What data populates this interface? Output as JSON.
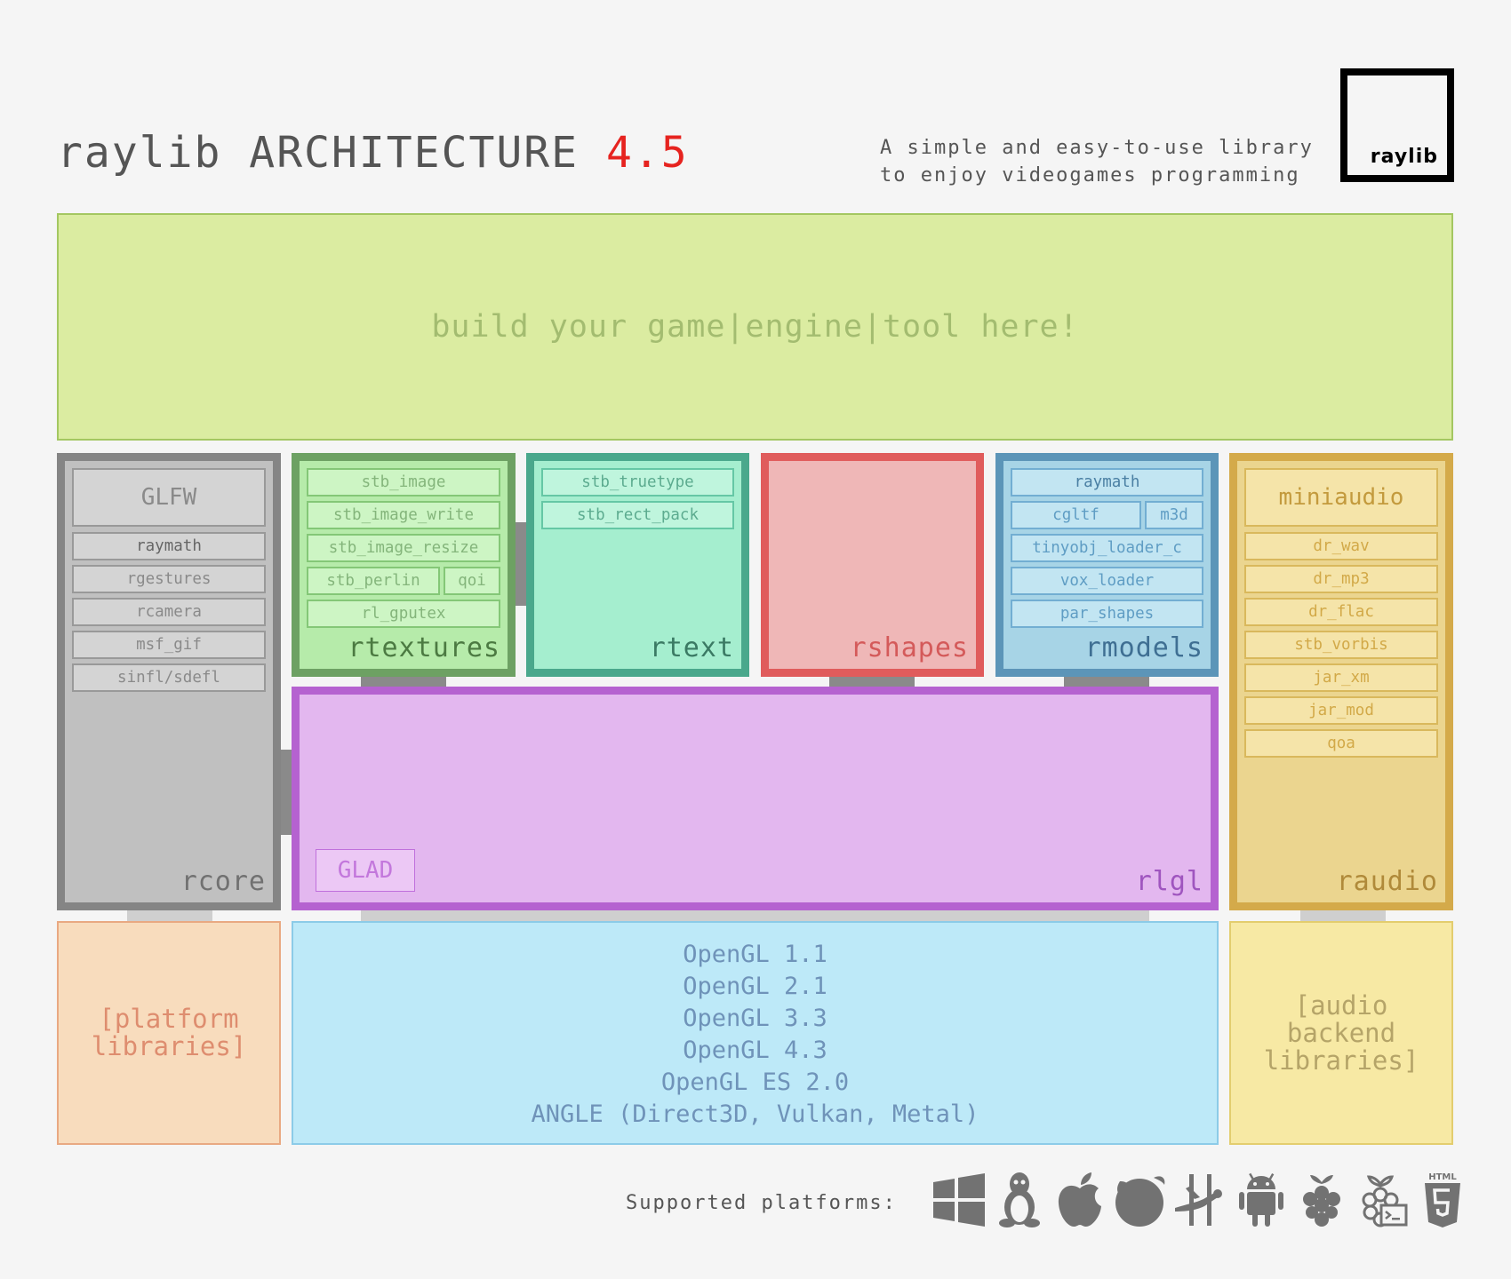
{
  "header": {
    "title_main": "raylib ARCHITECTURE ",
    "title_version": "4.5",
    "tagline_line1": "A simple and easy-to-use library",
    "tagline_line2": "to enjoy videogames programming",
    "logo_text": "raylib"
  },
  "game_area": {
    "text": "build your game|engine|tool here!"
  },
  "modules": {
    "rcore": {
      "label": "rcore",
      "items": [
        "GLFW",
        "raymath",
        "rgestures",
        "rcamera",
        "msf_gif",
        "sinfl/sdefl"
      ]
    },
    "rtextures": {
      "label": "rtextures",
      "items": [
        "stb_image",
        "stb_image_write",
        "stb_image_resize",
        "stb_perlin",
        "qoi",
        "rl_gputex"
      ]
    },
    "rtext": {
      "label": "rtext",
      "items": [
        "stb_truetype",
        "stb_rect_pack"
      ]
    },
    "rshapes": {
      "label": "rshapes"
    },
    "rmodels": {
      "label": "rmodels",
      "items": [
        "raymath",
        "cgltf",
        "m3d",
        "tinyobj_loader_c",
        "vox_loader",
        "par_shapes"
      ]
    },
    "raudio": {
      "label": "raudio",
      "items": [
        "miniaudio",
        "dr_wav",
        "dr_mp3",
        "dr_flac",
        "stb_vorbis",
        "jar_xm",
        "jar_mod",
        "qoa"
      ]
    },
    "rlgl": {
      "label": "rlgl",
      "glad": "GLAD"
    }
  },
  "backends": {
    "platform": "[platform\nlibraries]",
    "opengl": [
      "OpenGL 1.1",
      "OpenGL 2.1",
      "OpenGL 3.3",
      "OpenGL 4.3",
      "OpenGL ES 2.0",
      "ANGLE (Direct3D, Vulkan, Metal)"
    ],
    "audio": "[audio\nbackend\nlibraries]"
  },
  "footer": {
    "label": "Supported platforms:",
    "platform_icons": [
      "windows-icon",
      "linux-icon",
      "apple-icon",
      "freebsd-icon",
      "dragonfly-icon",
      "android-icon",
      "raspberry-pi-icon",
      "raspberry-pi-drm-icon",
      "html5-icon"
    ],
    "html5_badge": "HTML"
  },
  "colors": {
    "game": "#dbeca1",
    "rcore": "#c0c0c0",
    "rtextures": "#b6ebaa",
    "rtext": "#a5eecf",
    "rshapes": "#efb7b7",
    "rmodels": "#a7d4e6",
    "raudio": "#ebd58f",
    "rlgl": "#e3b7ef",
    "version": "#e6231f"
  }
}
